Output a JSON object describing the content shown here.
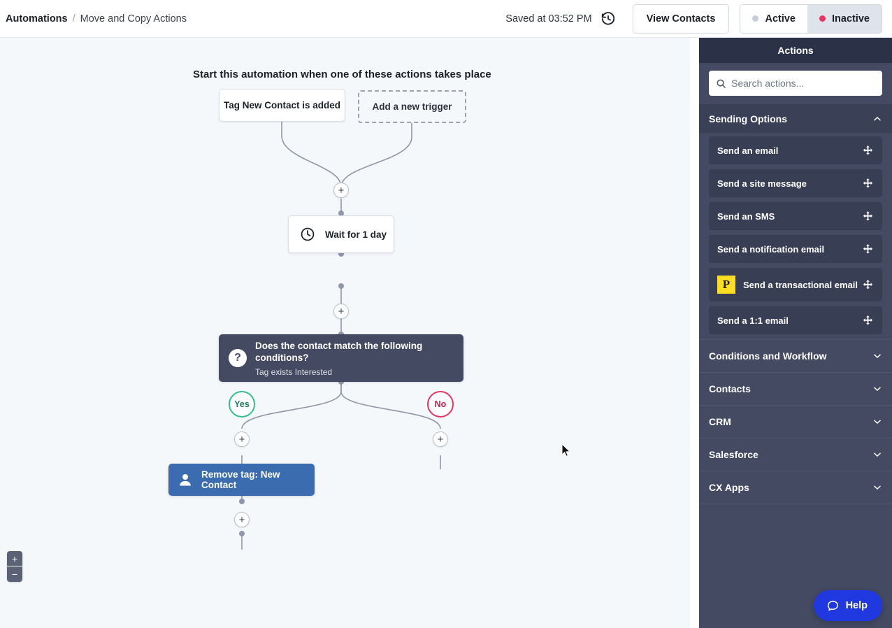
{
  "topbar": {
    "breadcrumb_root": "Automations",
    "breadcrumb_sep": "/",
    "breadcrumb_leaf": "Move and Copy Actions",
    "saved_text": "Saved at 03:52 PM",
    "history_icon": "history-clock-icon",
    "view_contacts_label": "View Contacts",
    "status_active_label": "Active",
    "status_inactive_label": "Inactive",
    "status_selected": "Inactive",
    "active_dot_color": "#c8ccd6",
    "inactive_dot_color": "#e8355f"
  },
  "canvas": {
    "flow_title": "Start this automation when one of these actions takes place",
    "nodes": {
      "trigger_1": "Tag New Contact is added",
      "trigger_add": "Add a new trigger",
      "wait": "Wait for 1 day",
      "wait_icon": "clock-icon",
      "condition_title": "Does the contact match the following conditions?",
      "condition_sub": "Tag exists Interested",
      "condition_icon": "question-mark-icon",
      "branch_yes": "Yes",
      "branch_no": "No",
      "action_remove_tag": "Remove tag: New Contact",
      "action_icon": "contact-person-icon"
    },
    "plus_label": "+",
    "zoom_in_label": "+",
    "zoom_out_label": "−",
    "node_accent_condition": "#434a61",
    "node_accent_action": "#3b6cb0",
    "branch_yes_color": "#2fc08a",
    "branch_no_color": "#e8355f"
  },
  "panel": {
    "title": "Actions",
    "search_placeholder": "Search actions...",
    "search_value": "",
    "search_icon": "search-icon",
    "sections": [
      {
        "label": "Sending Options",
        "expanded": true,
        "chevron": "chevron-up-icon",
        "items": [
          {
            "label": "Send an email",
            "icon": null,
            "handle": "drag-move-icon"
          },
          {
            "label": "Send a site message",
            "icon": null,
            "handle": "drag-move-icon"
          },
          {
            "label": "Send an SMS",
            "icon": null,
            "handle": "drag-move-icon"
          },
          {
            "label": "Send a notification email",
            "icon": null,
            "handle": "drag-move-icon"
          },
          {
            "label": "Send a transactional email",
            "icon": "P",
            "handle": "drag-move-icon"
          },
          {
            "label": "Send a 1:1 email",
            "icon": null,
            "handle": "drag-move-icon"
          }
        ]
      },
      {
        "label": "Conditions and Workflow",
        "expanded": false,
        "chevron": "chevron-down-icon",
        "items": []
      },
      {
        "label": "Contacts",
        "expanded": false,
        "chevron": "chevron-down-icon",
        "items": []
      },
      {
        "label": "CRM",
        "expanded": false,
        "chevron": "chevron-down-icon",
        "items": []
      },
      {
        "label": "Salesforce",
        "expanded": false,
        "chevron": "chevron-down-icon",
        "items": []
      },
      {
        "label": "CX Apps",
        "expanded": false,
        "chevron": "chevron-down-icon",
        "items": []
      }
    ]
  },
  "help": {
    "label": "Help",
    "icon": "chat-bubble-icon",
    "color": "#1f38e0"
  }
}
